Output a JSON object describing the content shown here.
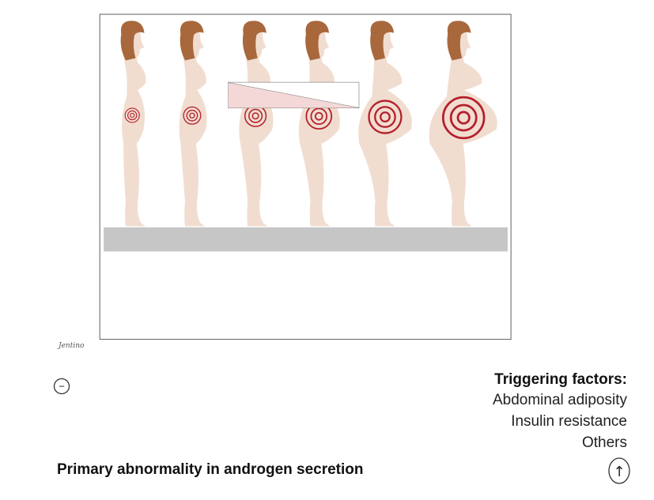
{
  "diagram": {
    "triggering_factors": {
      "title": "Triggering factors:",
      "items": [
        "Abdominal adiposity",
        "Insulin resistance",
        "Others"
      ]
    },
    "primary_label": "Primary abnormality in androgen secretion",
    "start_symbol": "−",
    "end_symbol": "↑",
    "signature_text": "Jentino",
    "figures_count": 6,
    "colors": {
      "skin": "#f1ddd0",
      "hair": "#a8683c",
      "target": "#b5202b",
      "floor": "#c8c8c8",
      "gradient_fill": "#f4d7d7",
      "frame": "#555555"
    }
  }
}
